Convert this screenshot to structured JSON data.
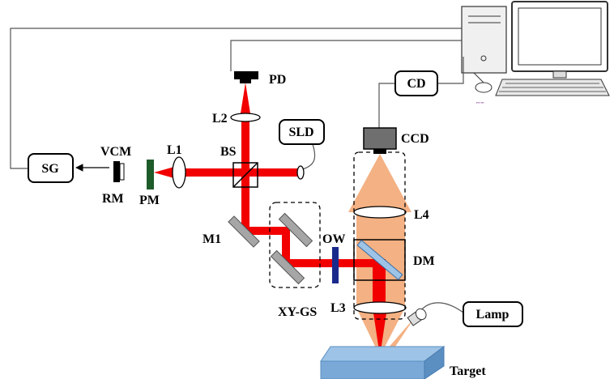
{
  "labels": {
    "pd": "PD",
    "cd": "CD",
    "l2": "L2",
    "sld": "SLD",
    "ccd": "CCD",
    "vcm": "VCM",
    "l1": "L1",
    "bs": "BS",
    "sg": "SG",
    "rm": "RM",
    "pm": "PM",
    "l4": "L4",
    "m1": "M1",
    "ow": "OW",
    "dm": "DM",
    "l3": "L3",
    "xy_gs": "XY-GS",
    "lamp": "Lamp",
    "target": "Target"
  },
  "colors": {
    "beam": "#f20000",
    "illumination": "#f4b183",
    "mirror": "#a6a6a6",
    "pm_filter": "#1e5c2a",
    "ow_window": "#1a2a8c",
    "dichroic": "#9dc3e6",
    "target_top": "#9dc3e6",
    "target_side": "#5b8fc2"
  },
  "icons": {
    "computer": "desktop-computer-icon",
    "lamp": "lamp-bulb-icon"
  }
}
